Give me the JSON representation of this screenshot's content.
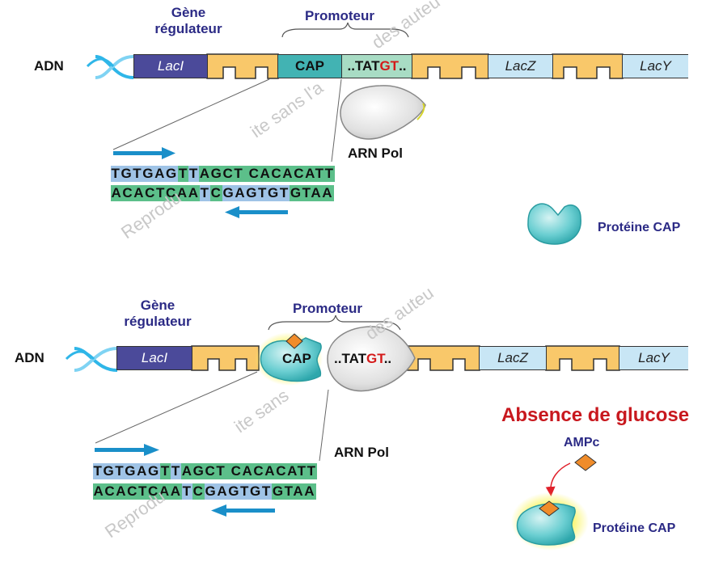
{
  "top": {
    "gene_regulateur_label_line1": "Gène",
    "gene_regulateur_label_line2": "régulateur",
    "promoteur_label": "Promoteur",
    "adn_label": "ADN",
    "segments": {
      "lacI": "LacI",
      "cap": "CAP",
      "tatgt_prefix": "..TAT",
      "tatgt_red": "GT",
      "tatgt_suffix": "..",
      "lacZ": "LacZ",
      "lacY": "LacY"
    },
    "arn_pol_label": "ARN Pol",
    "protein_cap_label": "Protéine CAP",
    "sequence": {
      "top_strand": [
        {
          "text": "TGTGAG",
          "color": "blue"
        },
        {
          "text": "T",
          "color": "green"
        },
        {
          "text": "T",
          "color": "blue"
        },
        {
          "text": "AGCT CACACATT",
          "color": "green"
        }
      ],
      "bottom_strand": [
        {
          "text": "ACACTCAA",
          "color": "green"
        },
        {
          "text": "T",
          "color": "blue"
        },
        {
          "text": "C",
          "color": "green"
        },
        {
          "text": "GAGTGT",
          "color": "blue"
        },
        {
          "text": " GTAA",
          "color": "green"
        }
      ]
    }
  },
  "bottom": {
    "gene_regulateur_label_line1": "Gène",
    "gene_regulateur_label_line2": "régulateur",
    "promoteur_label": "Promoteur",
    "adn_label": "ADN",
    "segments": {
      "lacI": "LacI",
      "cap": "CAP",
      "tatgt_prefix": "..TAT",
      "tatgt_red": "GT",
      "tatgt_suffix": "..",
      "lacZ": "LacZ",
      "lacY": "LacY"
    },
    "arn_pol_label": "ARN Pol",
    "condition_title": "Absence de glucose",
    "ampc_label": "AMPc",
    "protein_cap_label": "Protéine CAP",
    "sequence": {
      "top_strand": [
        {
          "text": "TGTGAG",
          "color": "blue"
        },
        {
          "text": "T",
          "color": "green"
        },
        {
          "text": "T",
          "color": "blue"
        },
        {
          "text": "AGCT CACACATT",
          "color": "green"
        }
      ],
      "bottom_strand": [
        {
          "text": "ACACTCAA",
          "color": "green"
        },
        {
          "text": "T",
          "color": "blue"
        },
        {
          "text": "C",
          "color": "green"
        },
        {
          "text": "GAGTGT",
          "color": "blue"
        },
        {
          "text": " GTAA",
          "color": "green"
        }
      ]
    }
  },
  "watermark": {
    "top_fragment_1": "des auteu",
    "top_fragment_2": "ite  sans l'a",
    "top_fragment_3": "Reprodu",
    "bottom_fragment_1": "des auteu",
    "bottom_fragment_2": "ite  sans",
    "bottom_fragment_3": "Reprodu"
  },
  "colors": {
    "label_blue": "#2b2a85",
    "lacI": "#4b4a9a",
    "operator_yellow": "#f9c86a",
    "cap_site": "#42b3b3",
    "tatgt_site": "#a8dcc4",
    "lac_genes": "#c8e6f5",
    "arrow_blue": "#1a8fc9",
    "seq_green": "#5cbf8a",
    "seq_blue": "#9fc3e6",
    "red": "#c8181e",
    "ampc_orange": "#f08c2a"
  }
}
